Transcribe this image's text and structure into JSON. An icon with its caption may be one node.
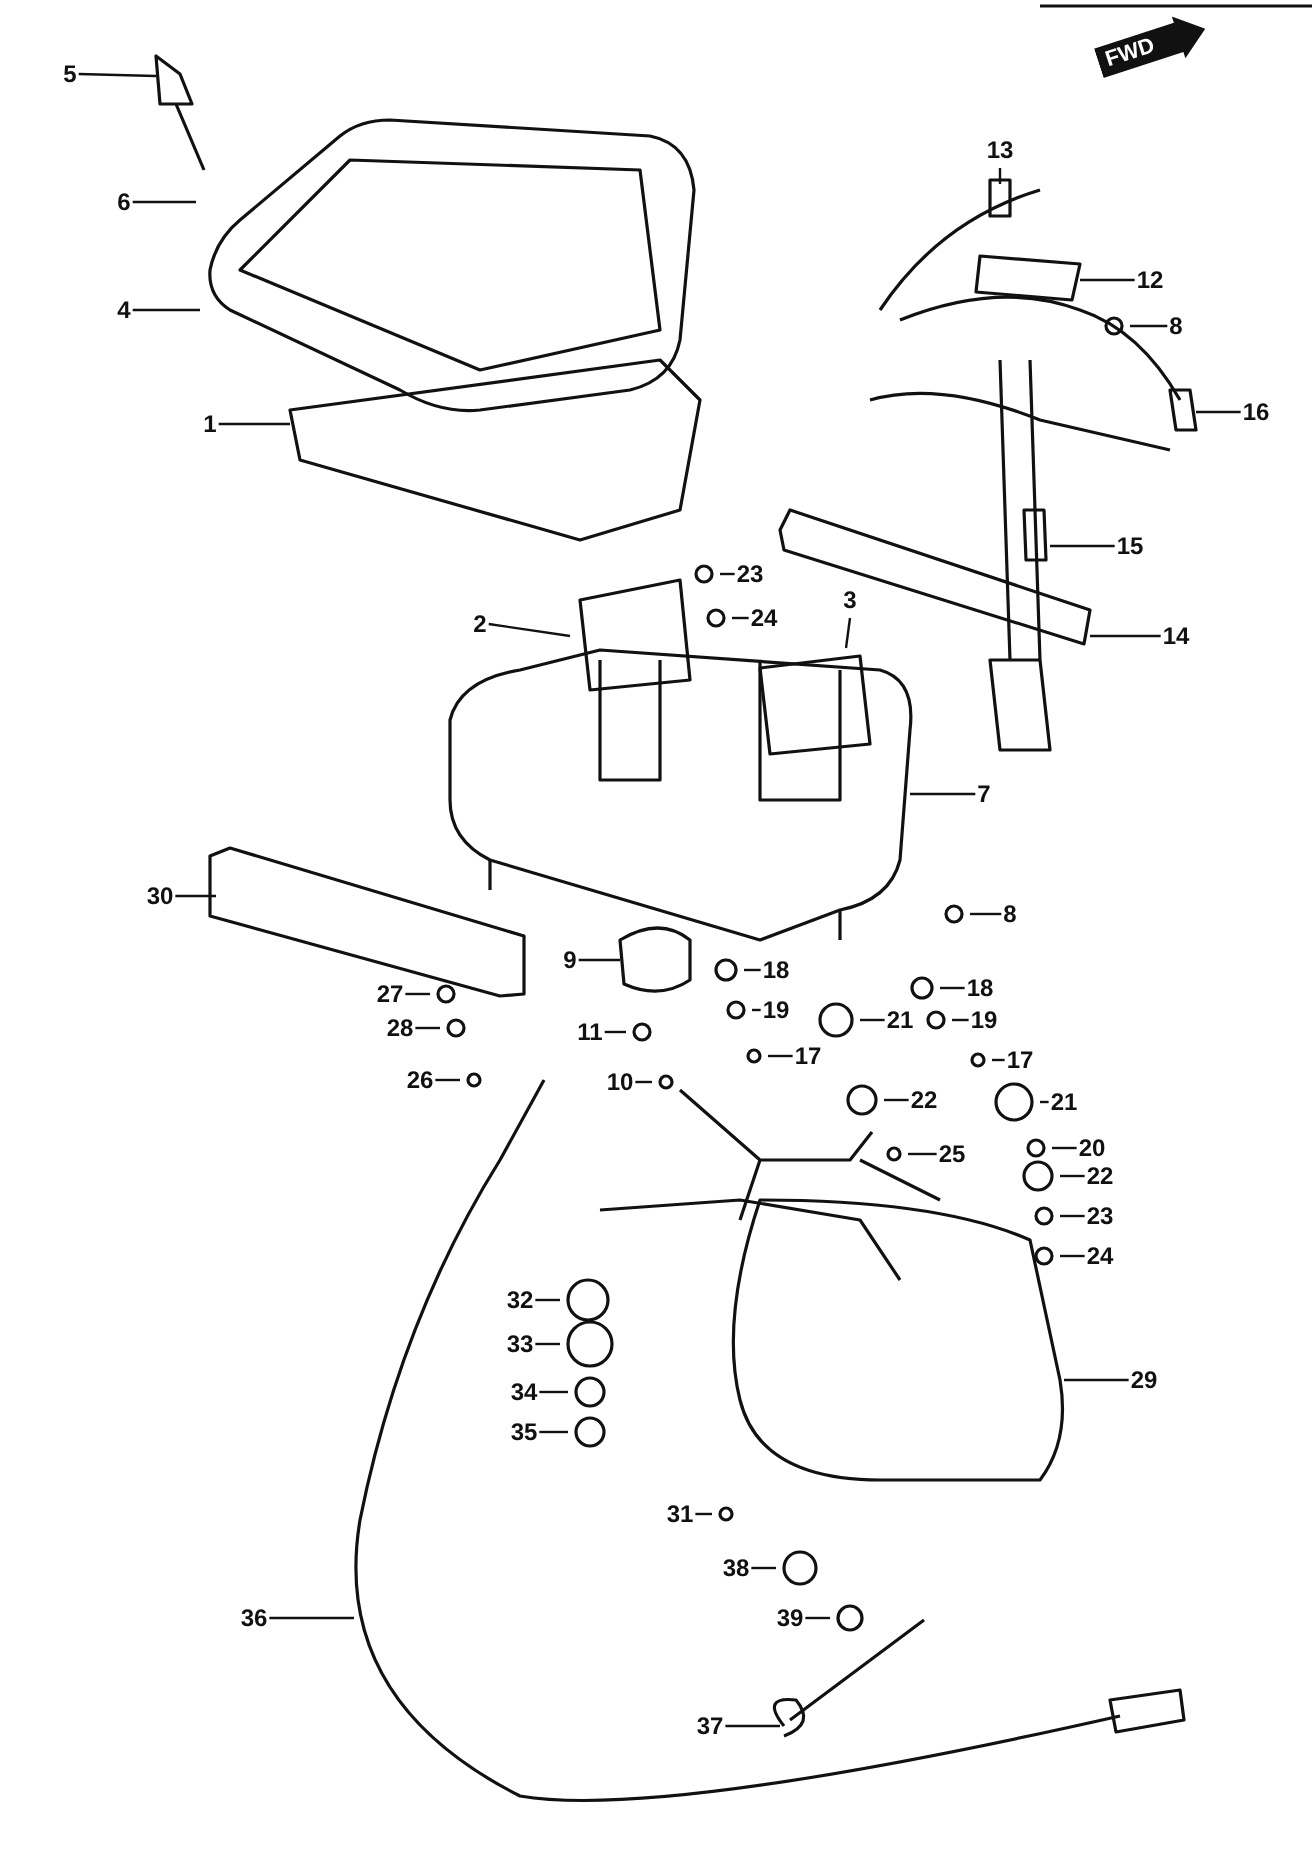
{
  "diagram": {
    "nodes": [
      {
        "text": [
          "5"
        ]
      },
      {
        "text": [
          "6"
        ]
      },
      {
        "text": [
          "4"
        ]
      },
      {
        "text": [
          "1"
        ]
      },
      {
        "text": [
          "13"
        ]
      },
      {
        "text": [
          "12"
        ]
      },
      {
        "text": [
          "8"
        ]
      },
      {
        "text": [
          "16"
        ]
      },
      {
        "text": [
          "23"
        ]
      },
      {
        "text": [
          "2"
        ]
      },
      {
        "text": [
          "24"
        ]
      },
      {
        "text": [
          "3"
        ]
      },
      {
        "text": [
          "15"
        ]
      },
      {
        "text": [
          "14"
        ]
      },
      {
        "text": [
          "7"
        ]
      },
      {
        "text": [
          "30"
        ]
      },
      {
        "text": [
          "8"
        ]
      },
      {
        "text": [
          "9"
        ]
      },
      {
        "text": [
          "18"
        ]
      },
      {
        "text": [
          "27"
        ]
      },
      {
        "text": [
          "18"
        ]
      },
      {
        "text": [
          "21"
        ]
      },
      {
        "text": [
          "19"
        ]
      },
      {
        "text": [
          "19"
        ]
      },
      {
        "text": [
          "28"
        ]
      },
      {
        "text": [
          "11"
        ]
      },
      {
        "text": [
          "17"
        ]
      },
      {
        "text": [
          "17"
        ]
      },
      {
        "text": [
          "26"
        ]
      },
      {
        "text": [
          "10"
        ]
      },
      {
        "text": [
          "21"
        ]
      },
      {
        "text": [
          "22"
        ]
      },
      {
        "text": [
          "20"
        ]
      },
      {
        "text": [
          "25"
        ]
      },
      {
        "text": [
          "22"
        ]
      },
      {
        "text": [
          "23"
        ]
      },
      {
        "text": [
          "24"
        ]
      },
      {
        "text": [
          "32"
        ]
      },
      {
        "text": [
          "33"
        ]
      },
      {
        "text": [
          "29"
        ]
      },
      {
        "text": [
          "34"
        ]
      },
      {
        "text": [
          "35"
        ]
      },
      {
        "text": [
          "31"
        ]
      },
      {
        "text": [
          "36"
        ]
      },
      {
        "text": [
          "38"
        ]
      },
      {
        "text": [
          "39"
        ]
      },
      {
        "text": [
          "37"
        ]
      }
    ],
    "edges": [
      {
        "from": 0,
        "to": null,
        "arrow": "none"
      },
      {
        "from": 1,
        "to": null,
        "arrow": "none"
      },
      {
        "from": 2,
        "to": null,
        "arrow": "none"
      },
      {
        "from": 3,
        "to": null,
        "arrow": "none"
      },
      {
        "from": 4,
        "to": null,
        "arrow": "none"
      },
      {
        "from": 5,
        "to": null,
        "arrow": "none"
      },
      {
        "from": 6,
        "to": null,
        "arrow": "none"
      },
      {
        "from": 7,
        "to": null,
        "arrow": "none"
      },
      {
        "from": 8,
        "to": null,
        "arrow": "none"
      },
      {
        "from": 9,
        "to": null,
        "arrow": "none"
      },
      {
        "from": 10,
        "to": null,
        "arrow": "none"
      },
      {
        "from": 11,
        "to": null,
        "arrow": "none"
      },
      {
        "from": 12,
        "to": null,
        "arrow": "none"
      },
      {
        "from": 13,
        "to": null,
        "arrow": "none"
      },
      {
        "from": 14,
        "to": null,
        "arrow": "none"
      },
      {
        "from": 15,
        "to": null,
        "arrow": "none"
      },
      {
        "from": 16,
        "to": null,
        "arrow": "none"
      },
      {
        "from": 17,
        "to": null,
        "arrow": "none"
      },
      {
        "from": 18,
        "to": null,
        "arrow": "none"
      },
      {
        "from": 19,
        "to": null,
        "arrow": "none"
      },
      {
        "from": 20,
        "to": null,
        "arrow": "none"
      },
      {
        "from": 21,
        "to": null,
        "arrow": "none"
      },
      {
        "from": 22,
        "to": null,
        "arrow": "none"
      },
      {
        "from": 23,
        "to": null,
        "arrow": "none"
      },
      {
        "from": 24,
        "to": null,
        "arrow": "none"
      },
      {
        "from": 25,
        "to": null,
        "arrow": "none"
      },
      {
        "from": 26,
        "to": null,
        "arrow": "none"
      },
      {
        "from": 27,
        "to": null,
        "arrow": "none"
      },
      {
        "from": 28,
        "to": null,
        "arrow": "none"
      },
      {
        "from": 29,
        "to": null,
        "arrow": "none"
      },
      {
        "from": 30,
        "to": null,
        "arrow": "none"
      },
      {
        "from": 31,
        "to": null,
        "arrow": "none"
      },
      {
        "from": 32,
        "to": null,
        "arrow": "none"
      },
      {
        "from": 33,
        "to": null,
        "arrow": "none"
      },
      {
        "from": 34,
        "to": null,
        "arrow": "none"
      },
      {
        "from": 35,
        "to": null,
        "arrow": "none"
      },
      {
        "from": 36,
        "to": null,
        "arrow": "none"
      },
      {
        "from": 37,
        "to": null,
        "arrow": "none"
      },
      {
        "from": 38,
        "to": null,
        "arrow": "none"
      },
      {
        "from": 39,
        "to": null,
        "arrow": "none"
      },
      {
        "from": 40,
        "to": null,
        "arrow": "none"
      },
      {
        "from": 41,
        "to": null,
        "arrow": "none"
      },
      {
        "from": 42,
        "to": null,
        "arrow": "none"
      },
      {
        "from": 43,
        "to": null,
        "arrow": "none"
      },
      {
        "from": 44,
        "to": null,
        "arrow": "none"
      },
      {
        "from": 45,
        "to": null,
        "arrow": "none"
      },
      {
        "from": 46,
        "to": null,
        "arrow": "none"
      }
    ],
    "labels": [
      "FWD"
    ]
  }
}
